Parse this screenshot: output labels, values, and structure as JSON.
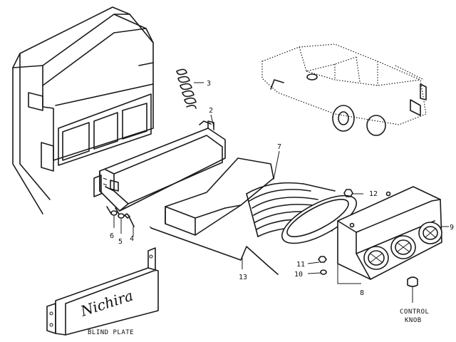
{
  "callouts": {
    "c2": "2",
    "c3": "3",
    "c4": "4",
    "c5": "5",
    "c6": "6",
    "c7": "7",
    "c8": "8",
    "c9": "9",
    "c10": "10",
    "c11": "11",
    "c12": "12",
    "c13": "13"
  },
  "labels": {
    "control_knob_line1": "CONTROL",
    "control_knob_line2": "KNOB",
    "blind_plate": "BLIND PLATE",
    "plate_logo": "Nichira"
  },
  "colors": {
    "ink": "#1a1a1a",
    "paper": "#ffffff"
  }
}
